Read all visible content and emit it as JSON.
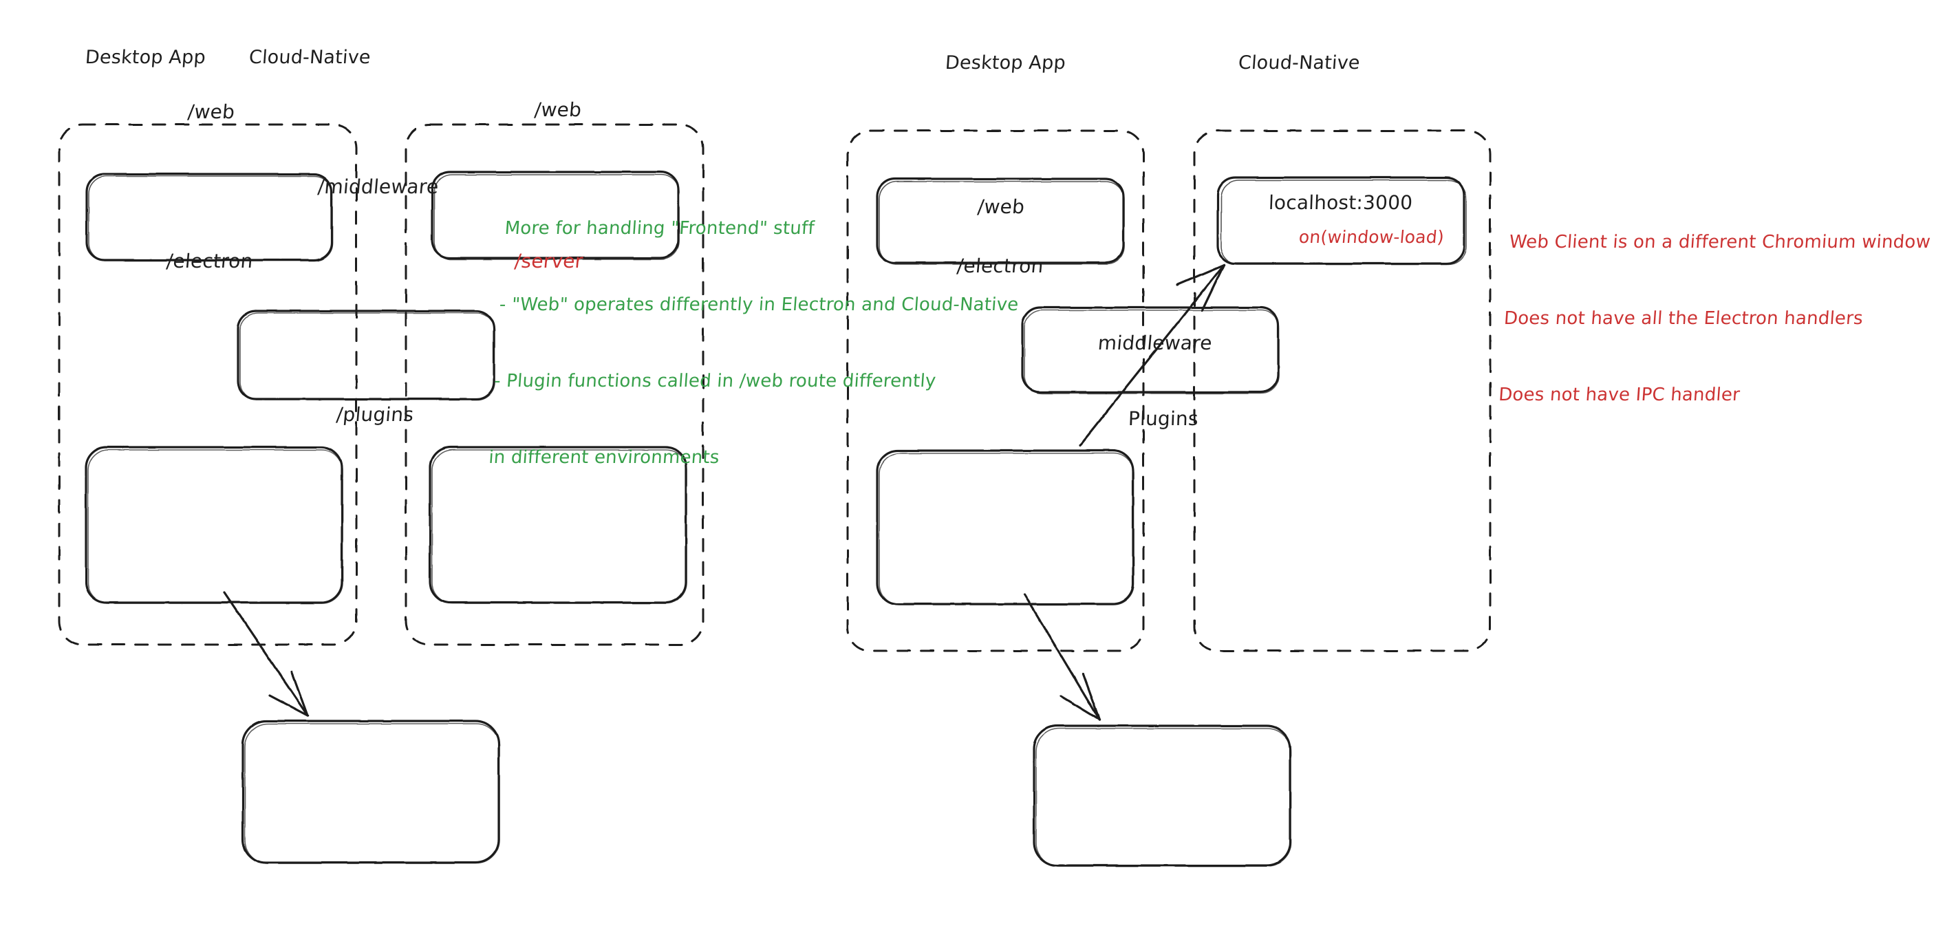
{
  "diagram": {
    "title": "Electron vs Cloud-Native architecture sketch",
    "background": "#ffffff",
    "stroke_color": "#1e1e1e",
    "accent_green": "#37a04a",
    "accent_red": "#cc3333"
  },
  "left_diagram": {
    "groups": [
      {
        "id": "left-desktop",
        "label": "Desktop App"
      },
      {
        "id": "left-cloud",
        "label": "Cloud-Native"
      }
    ],
    "nodes": [
      {
        "id": "left-desktop-web",
        "label": "/web",
        "color": "#1e1e1e"
      },
      {
        "id": "left-cloud-web",
        "label": "/web",
        "color": "#1e1e1e"
      },
      {
        "id": "left-middleware",
        "label": "/middleware",
        "color": "#1e1e1e"
      },
      {
        "id": "left-electron",
        "label": "/electron",
        "color": "#1e1e1e"
      },
      {
        "id": "left-server",
        "label": "/server",
        "color": "#cc3333"
      },
      {
        "id": "left-plugins",
        "label": "/plugins",
        "color": "#1e1e1e"
      }
    ],
    "note_green": {
      "color": "#37a04a",
      "lines": [
        "More for handling \"Frontend\" stuff",
        "- \"Web\" operates differently in Electron and Cloud-Native",
        "- Plugin functions called in /web route differently",
        "in different environments"
      ]
    },
    "arrows": [
      {
        "id": "left-electron-to-plugins",
        "from": "left-electron",
        "to": "left-plugins"
      }
    ]
  },
  "right_diagram": {
    "groups": [
      {
        "id": "right-desktop",
        "label": "Desktop App"
      },
      {
        "id": "right-cloud",
        "label": "Cloud-Native"
      }
    ],
    "nodes": [
      {
        "id": "right-desktop-web",
        "label": "/web",
        "color": "#1e1e1e"
      },
      {
        "id": "right-localhost",
        "label": "localhost:3000",
        "sub_label": "on(window-load)",
        "color": "#1e1e1e",
        "sub_color": "#cc3333"
      },
      {
        "id": "right-middleware",
        "label": "middleware",
        "color": "#1e1e1e"
      },
      {
        "id": "right-electron",
        "label": "/electron",
        "color": "#1e1e1e"
      },
      {
        "id": "right-plugins",
        "label": "Plugins",
        "color": "#1e1e1e"
      }
    ],
    "note_red": {
      "color": "#cc3333",
      "lines": [
        "Web Client is on a different Chromium window",
        "Does not have all the Electron handlers",
        "Does not have IPC handler"
      ]
    },
    "arrows": [
      {
        "id": "right-electron-to-localhost",
        "from": "right-electron",
        "to": "right-localhost"
      },
      {
        "id": "right-electron-to-plugins",
        "from": "right-electron",
        "to": "right-plugins"
      }
    ]
  }
}
